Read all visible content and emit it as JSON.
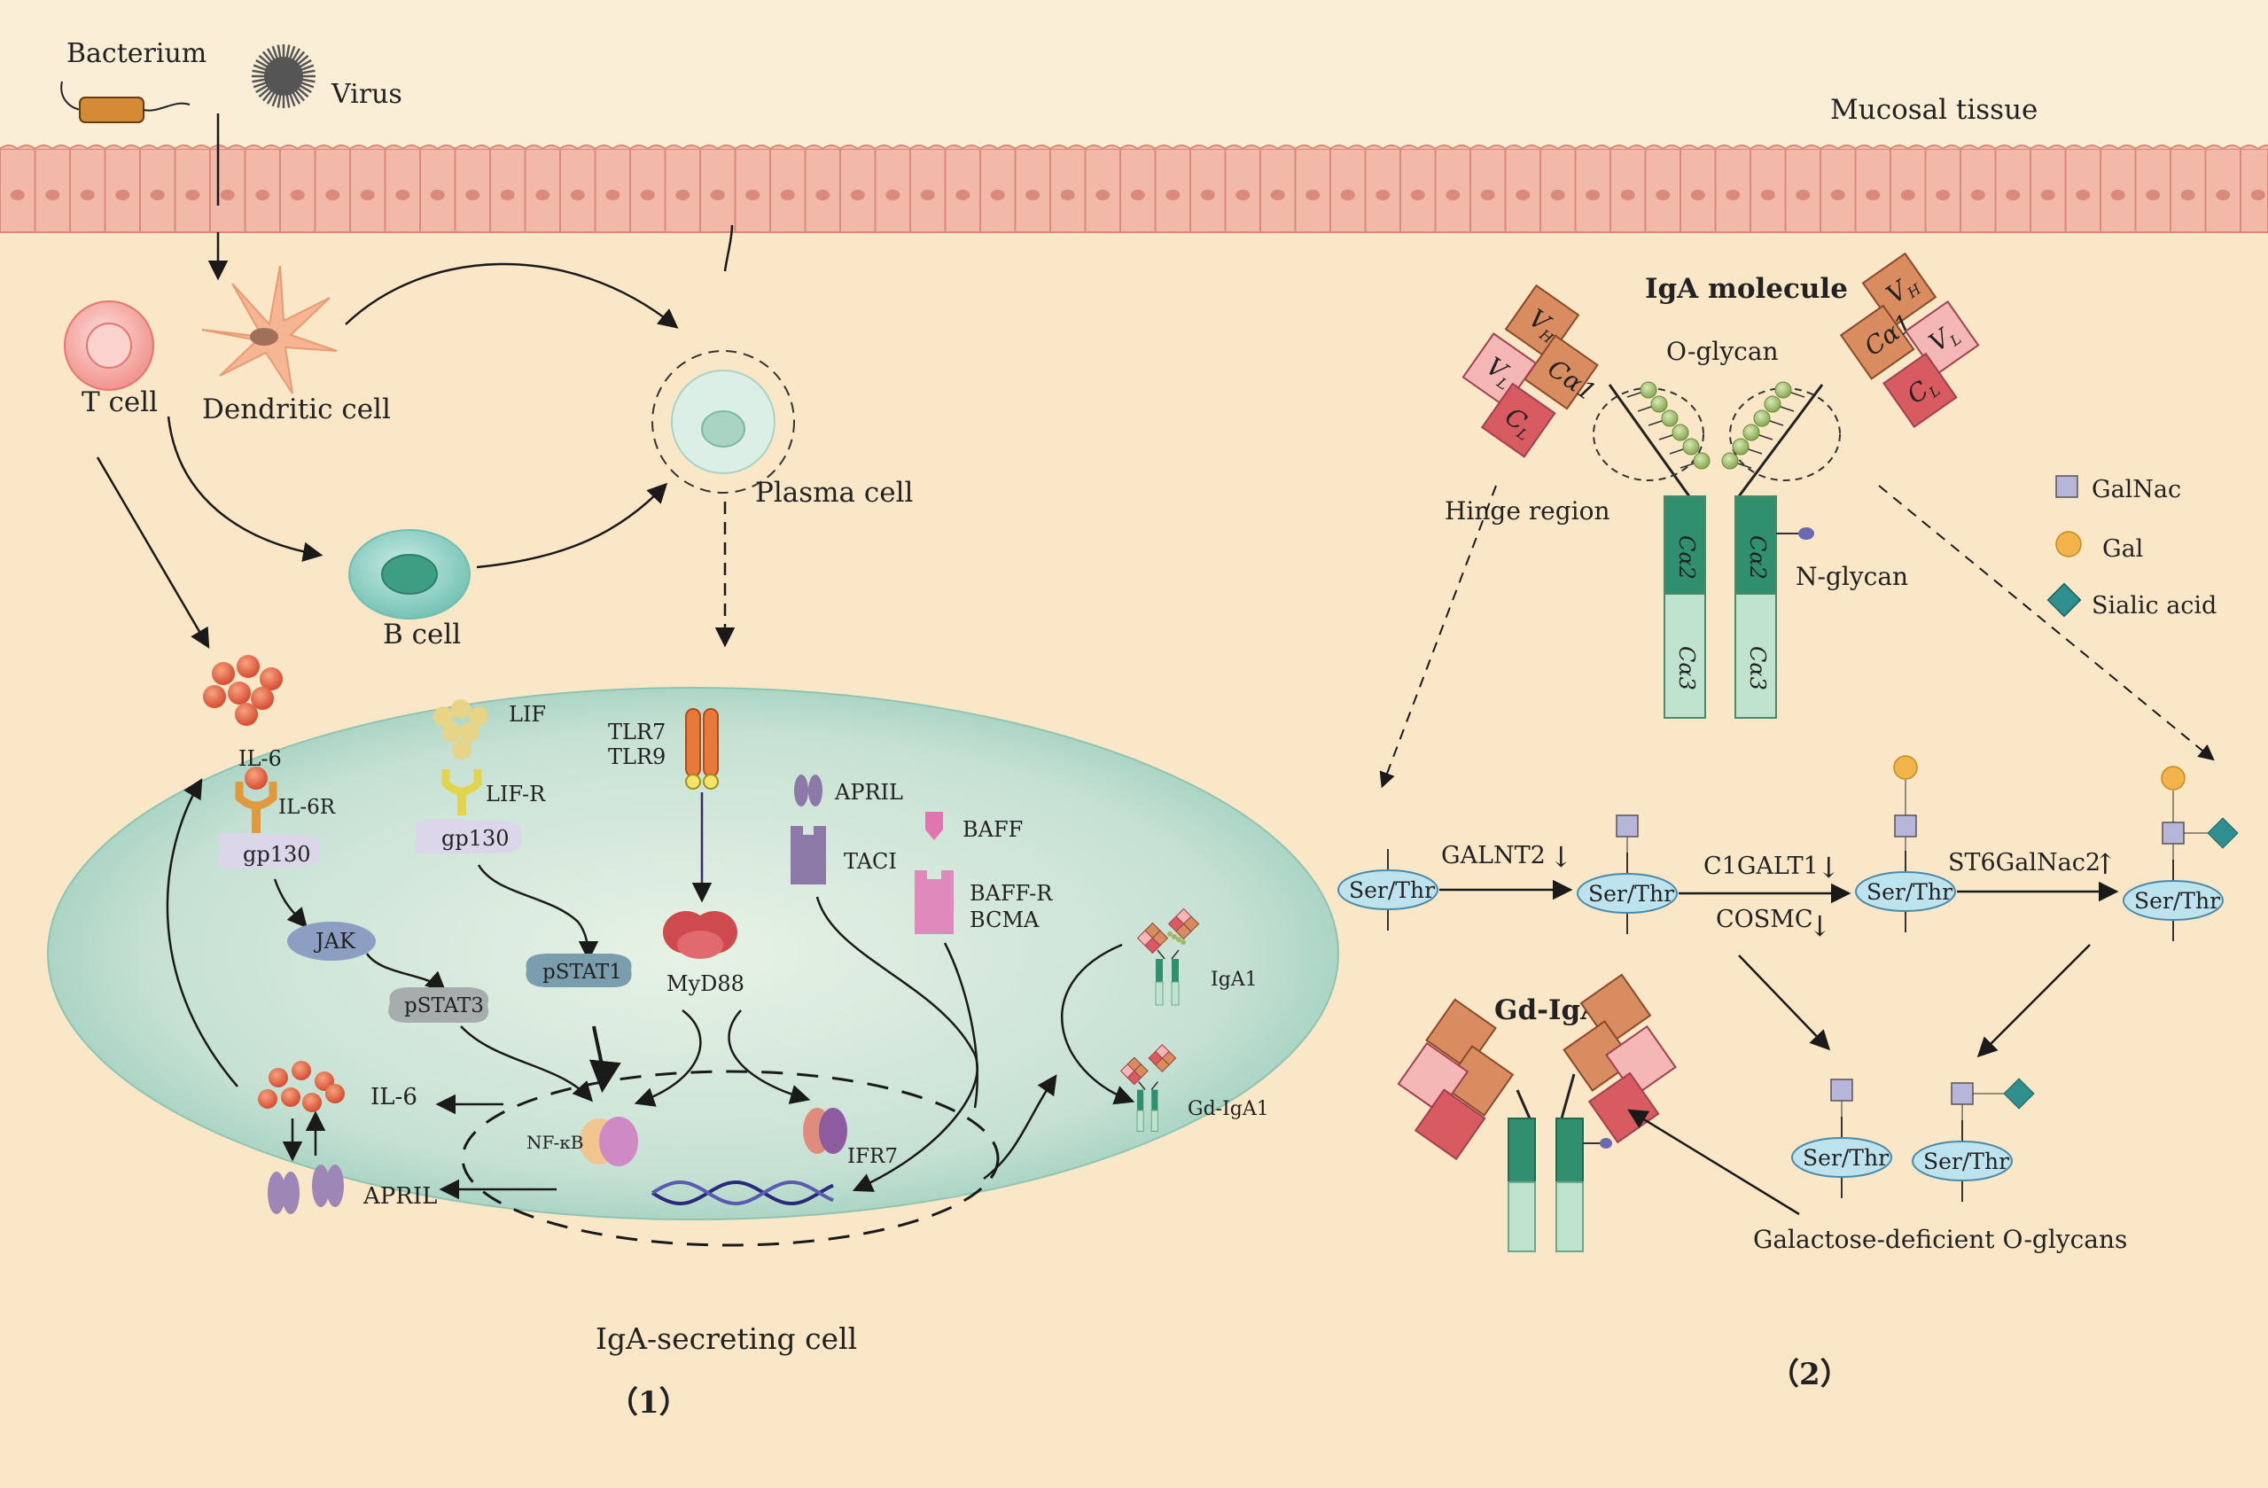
{
  "colors": {
    "background": "#fbeed6",
    "epithelium": "#f2b8a8",
    "cell_ellipse": "#a9d3c3",
    "igA_heavy_orange": "#d98c5f",
    "igA_light_red": "#d95b62",
    "igA_constant_green": "#2f8f6f",
    "igA_constant_light": "#bfe3cf",
    "galnac": "#b7b5d9",
    "gal": "#f2b44a",
    "sialic": "#2f8f8f",
    "bead": "#9dbb62"
  },
  "top": {
    "bacterium": "Bacterium",
    "virus": "Virus",
    "mucosal_tissue": "Mucosal tissue"
  },
  "immune": {
    "t_cell": "T cell",
    "dendritic_cell": "Dendritic cell",
    "b_cell": "B cell",
    "plasma_cell": "Plasma cell"
  },
  "secreting": {
    "il6": "IL-6",
    "il6r": "IL-6R",
    "gp130_left": "gp130",
    "jak": "JAK",
    "pstat3": "pSTAT3",
    "lif": "LIF",
    "lifr": "LIF-R",
    "gp130_mid": "gp130",
    "pstat1": "pSTAT1",
    "tlr7": "TLR7",
    "tlr9": "TLR9",
    "myd88": "MyD88",
    "april_top": "APRIL",
    "taci": "TACI",
    "baff": "BAFF",
    "baffr": "BAFF-R",
    "bcma": "BCMA",
    "nfkb": "NF-κB",
    "ifr7": "IFR7",
    "il6_out": "IL-6",
    "april_out": "APRIL",
    "iga1": "IgA1",
    "gd_iga1_small": "Gd-IgA1",
    "caption": "IgA-secreting cell",
    "panel_label": "（1）"
  },
  "molecule": {
    "title": "IgA molecule",
    "o_glycan": "O-glycan",
    "hinge": "Hinge region",
    "n_glycan": "N-glycan",
    "vh": "V",
    "vh_sub": "H",
    "vl": "V",
    "vl_sub": "L",
    "ca1": "Cα1",
    "cl": "C",
    "cl_sub": "L",
    "ca2": "Cα2",
    "ca3": "Cα3"
  },
  "legend": {
    "galnac": "GalNac",
    "gal": "Gal",
    "sialic": "Sialic acid"
  },
  "pathway": {
    "ser_thr": "Ser/Thr",
    "galnt2": "GALNT2",
    "c1galt1": "C1GALT1",
    "cosmc": "COSMC",
    "st6galnac2": "ST6GalNac2",
    "down_arrow": "↓",
    "up_arrow": "↑",
    "gd_iga1": "Gd-IgA1",
    "galactose_deficient": "Galactose-deficient O-glycans",
    "panel_label": "（2）"
  }
}
